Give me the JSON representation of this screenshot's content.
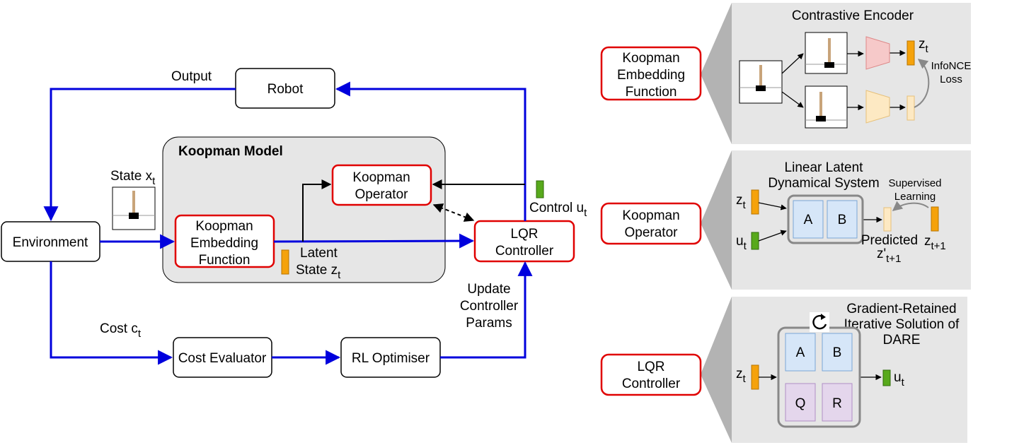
{
  "left": {
    "robot": "Robot",
    "environment": "Environment",
    "output_label": "Output",
    "state_label": "State x",
    "state_sub": "t",
    "koopman_model_title": "Koopman Model",
    "embedding": [
      "Koopman",
      "Embedding",
      "Function"
    ],
    "operator": [
      "Koopman",
      "Operator"
    ],
    "lqr": [
      "LQR",
      "Controller"
    ],
    "latent": [
      "Latent",
      "State z"
    ],
    "latent_sub": "t",
    "control_label": "Control u",
    "control_sub": "t",
    "cost_label": "Cost c",
    "cost_sub": "t",
    "cost_evaluator": "Cost Evaluator",
    "rl_optimiser": "RL Optimiser",
    "update": [
      "Update",
      "Controller",
      "Params"
    ]
  },
  "panels": {
    "encoder": {
      "label": [
        "Koopman",
        "Embedding",
        "Function"
      ],
      "title": "Contrastive Encoder",
      "z": "z",
      "z_sub": "t",
      "loss": [
        "InfoNCE",
        "Loss"
      ]
    },
    "operator": {
      "label": [
        "Koopman",
        "Operator"
      ],
      "title": [
        "Linear Latent",
        "Dynamical System"
      ],
      "z": "z",
      "z_sub": "t",
      "u": "u",
      "u_sub": "t",
      "a": "A",
      "b": "B",
      "supervised": [
        "Supervised",
        "Learning"
      ],
      "predicted": "Predicted",
      "zprime": "z'",
      "zprime_sub": "t+1",
      "znext": "z",
      "znext_sub": "t+1"
    },
    "lqr": {
      "label": [
        "LQR",
        "Controller"
      ],
      "title": [
        "Gradient-Retained",
        "Iterative Solution of",
        "DARE"
      ],
      "z": "z",
      "z_sub": "t",
      "u": "u",
      "u_sub": "t",
      "a": "A",
      "b": "B",
      "q": "Q",
      "r": "R"
    }
  },
  "colors": {
    "blue_arrow": "#0000dd",
    "red_box": "#e00000",
    "panel_bg": "#e6e6e6",
    "latent_orange": "#f5a20b",
    "control_green": "#58a91c",
    "matrix_ab": "#d6e6f8",
    "matrix_qr": "#e4d6ec",
    "enc_red": "#f6c9c9",
    "enc_yellow": "#fde9c3"
  }
}
